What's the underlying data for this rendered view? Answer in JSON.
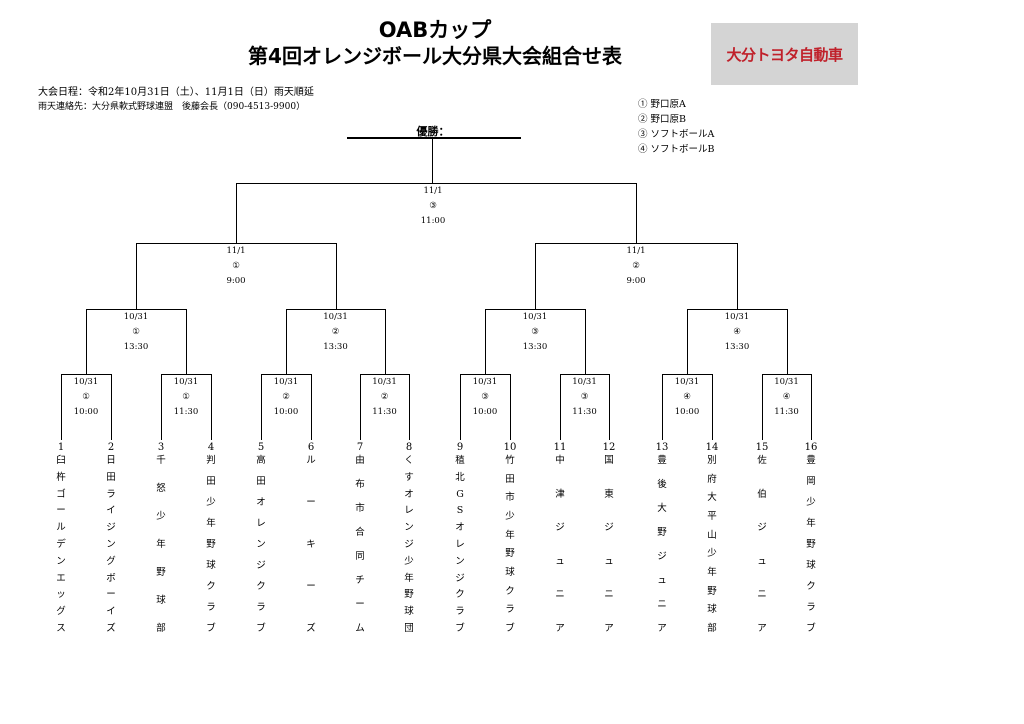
{
  "title": {
    "line1": "OABカップ",
    "line2": "第4回オレンジボール大分県大会組合せ表"
  },
  "sponsor": {
    "name": "大分トヨタ自動車",
    "color": "#c0202a"
  },
  "info": {
    "schedule": "大会日程：令和2年10月31日（土）、11月1日（日）雨天順延",
    "contact": "雨天連絡先：大分県軟式野球連盟　後藤会長（090-4513-9900）"
  },
  "venues": [
    "① 野口原A",
    "② 野口原B",
    "③ ソフトボールA",
    "④ ソフトボールB"
  ],
  "champion_label": "優勝：",
  "matches": [
    {
      "date": "10/31",
      "venue": "①",
      "time": "10:00"
    },
    {
      "date": "10/31",
      "venue": "①",
      "time": "11:30"
    },
    {
      "date": "10/31",
      "venue": "②",
      "time": "10:00"
    },
    {
      "date": "10/31",
      "venue": "②",
      "time": "11:30"
    },
    {
      "date": "10/31",
      "venue": "③",
      "time": "10:00"
    },
    {
      "date": "10/31",
      "venue": "③",
      "time": "11:30"
    },
    {
      "date": "10/31",
      "venue": "④",
      "time": "10:00"
    },
    {
      "date": "10/31",
      "venue": "④",
      "time": "11:30"
    },
    {
      "date": "10/31",
      "venue": "①",
      "time": "13:30"
    },
    {
      "date": "10/31",
      "venue": "②",
      "time": "13:30"
    },
    {
      "date": "10/31",
      "venue": "③",
      "time": "13:30"
    },
    {
      "date": "10/31",
      "venue": "④",
      "time": "13:30"
    },
    {
      "date": "11/1",
      "venue": "①",
      "time": "9:00"
    },
    {
      "date": "11/1",
      "venue": "②",
      "time": "9:00"
    },
    {
      "date": "11/1",
      "venue": "③",
      "time": "11:00"
    }
  ],
  "teams": [
    {
      "num": "1",
      "name": "臼杵ゴールデンエッグス"
    },
    {
      "num": "2",
      "name": "日田ライジングボーイズ"
    },
    {
      "num": "3",
      "name": "千怒少年野球部"
    },
    {
      "num": "4",
      "name": "判田少年野球クラブ"
    },
    {
      "num": "5",
      "name": "高田オレンジクラブ"
    },
    {
      "num": "6",
      "name": "ルーキーズ"
    },
    {
      "num": "7",
      "name": "由布市合同チーム"
    },
    {
      "num": "8",
      "name": "くすオレンジ少年野球団"
    },
    {
      "num": "9",
      "name": "稙北GSオレンジクラブ"
    },
    {
      "num": "10",
      "name": "竹田市少年野球クラブ"
    },
    {
      "num": "11",
      "name": "中津ジュニア"
    },
    {
      "num": "12",
      "name": "国東ジュニア"
    },
    {
      "num": "13",
      "name": "豊後大野ジュニア"
    },
    {
      "num": "14",
      "name": "別府大平山少年野球部"
    },
    {
      "num": "15",
      "name": "佐伯ジュニア"
    },
    {
      "num": "16",
      "name": "豊岡少年野球クラブ"
    }
  ]
}
